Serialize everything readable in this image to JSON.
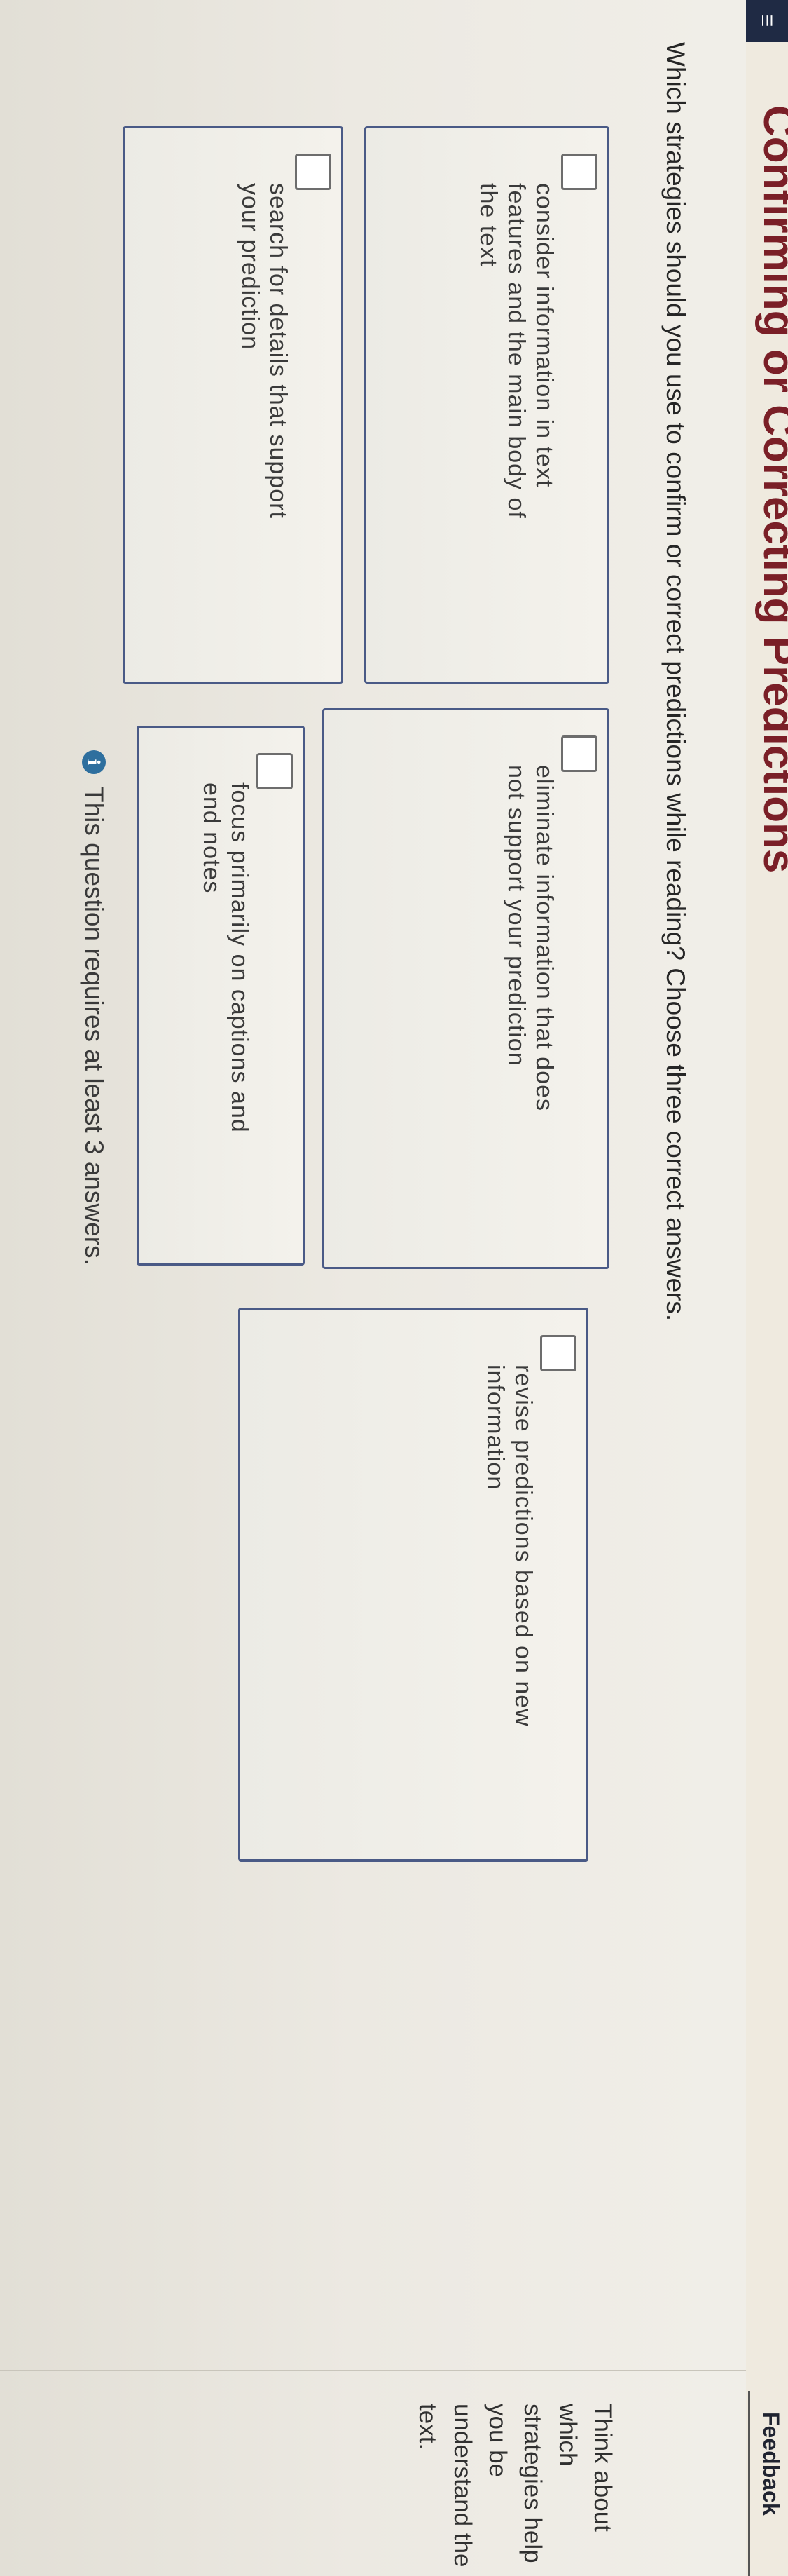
{
  "header": {
    "nav_icon": "menu-icon",
    "nav_glyph": "☰",
    "title": "Confirming or Correcting Predictions",
    "feedback_label": "Feedback"
  },
  "question": {
    "prompt": "Which strategies should you use to confirm or correct predictions while reading? Choose three correct answers."
  },
  "hint": {
    "text": "Think about which strategies help you be understand the text."
  },
  "options": [
    {
      "label": "consider information in text features and the main body of the text",
      "checked": false
    },
    {
      "label": "search for details that support your prediction",
      "checked": false
    },
    {
      "label": "eliminate information that does not support your prediction",
      "checked": false
    },
    {
      "label": "focus primarily on captions and end notes",
      "checked": false
    },
    {
      "label": "revise predictions based on new information",
      "checked": false
    }
  ],
  "requirement_note": {
    "icon": "info-icon",
    "glyph": "i",
    "text": "This question requires at least 3 answers."
  },
  "colors": {
    "title": "#7a1f27",
    "card_border": "#4a5a86",
    "info_icon": "#2e6f9e"
  }
}
